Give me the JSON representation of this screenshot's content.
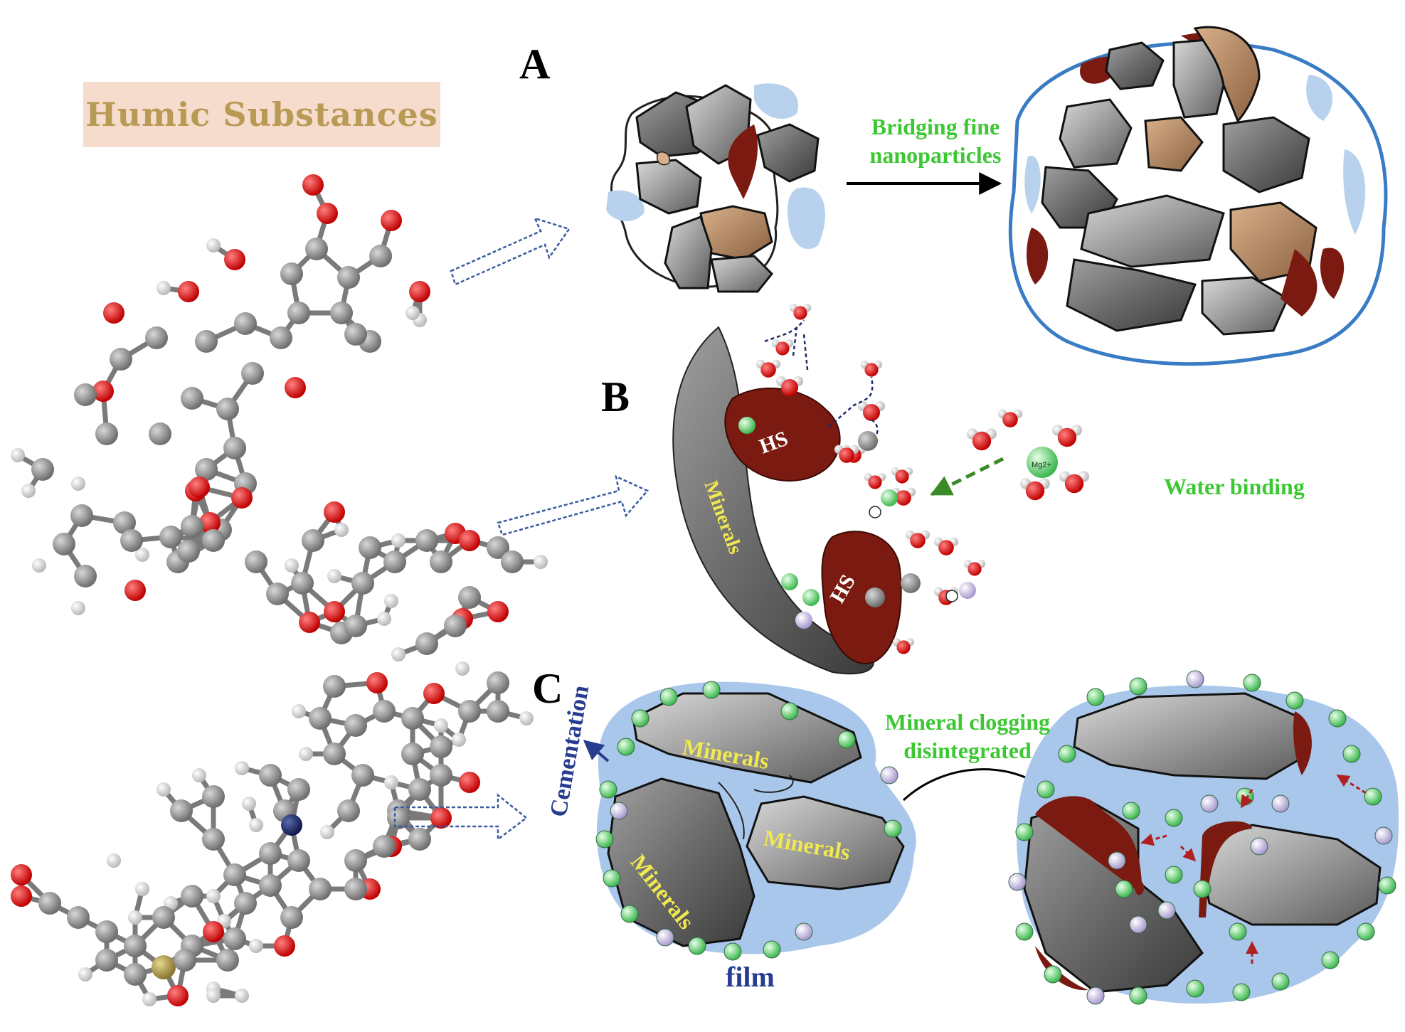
{
  "title": "Humic Substances",
  "panels": {
    "a": {
      "letter": "A",
      "process_label_line1": "Bridging fine",
      "process_label_line2": "nanoparticles"
    },
    "b": {
      "letter": "B",
      "hs_label_1": "HS",
      "hs_label_2": "HS",
      "minerals_label": "Minerals",
      "ion_label": "Mg2+",
      "process_label": "Water binding"
    },
    "c": {
      "letter": "C",
      "cementation_label": "Cementation",
      "film_label": "film",
      "minerals_labels": [
        "Minerals",
        "Minerals",
        "Minerals"
      ],
      "process_label_line1": "Mineral clogging",
      "process_label_line2": "disintegrated"
    }
  },
  "colors": {
    "title_bg": "#f6dccd",
    "title_text": "#b89a55",
    "label_green": "#3cc832",
    "label_blue": "#283c90",
    "humic_brown": "#7a1a10",
    "water_blue": "#a9c7ea",
    "aggregate_outline": "#3a7cc4",
    "mineral_grey": "#8a8a8a",
    "organic_tan": "#b48a64",
    "atom_carbon": "#8c8c8c",
    "atom_oxygen": "#e01010",
    "atom_hydrogen": "#e6e6e6",
    "atom_nitrogen": "#1a2a6a",
    "atom_sulfur": "#b8a050",
    "ion_green": "#5ad26a",
    "ion_lilac": "#c8c0e8"
  }
}
